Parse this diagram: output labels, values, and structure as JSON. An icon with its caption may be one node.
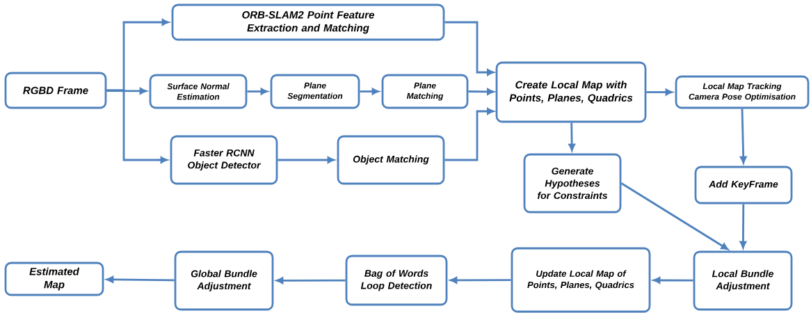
{
  "diagram": {
    "nodes": [
      {
        "text": [
          "RGBD Frame"
        ]
      },
      {
        "text": [
          "ORB-SLAM2 Point Feature Extraction and Matching"
        ]
      },
      {
        "text": [
          "Surface Normal Estimation"
        ]
      },
      {
        "text": [
          "Plane Segmentation"
        ]
      },
      {
        "text": [
          "Plane Matching"
        ]
      },
      {
        "text": [
          "Faster RCNN Object Detector"
        ]
      },
      {
        "text": [
          "Object Matching"
        ]
      },
      {
        "text": [
          "Create Local Map with Points, Planes, Quadrics"
        ]
      },
      {
        "text": [
          "Local Map Tracking Camera Pose Optimisation"
        ]
      },
      {
        "text": [
          "Generate Hypotheses for Constraints"
        ]
      },
      {
        "text": [
          "Add KeyFrame"
        ]
      },
      {
        "text": [
          "Local Bundle Adjustment"
        ]
      },
      {
        "text": [
          "Update Local Map of Points, Planes, Quadrics"
        ]
      },
      {
        "text": [
          "Bag of Words Loop Detection"
        ]
      },
      {
        "text": [
          "Global Bundle Adjustment"
        ]
      },
      {
        "text": [
          "Estimated Map"
        ]
      }
    ],
    "edges": [
      {
        "from": 0,
        "to": 1,
        "arrow": "to"
      },
      {
        "from": 0,
        "to": 2,
        "arrow": "to"
      },
      {
        "from": 0,
        "to": 5,
        "arrow": "to"
      },
      {
        "from": 2,
        "to": 3,
        "arrow": "to"
      },
      {
        "from": 3,
        "to": 4,
        "arrow": "to"
      },
      {
        "from": 5,
        "to": 6,
        "arrow": "to"
      },
      {
        "from": 1,
        "to": 7,
        "arrow": "to"
      },
      {
        "from": 4,
        "to": 7,
        "arrow": "to"
      },
      {
        "from": 6,
        "to": 7,
        "arrow": "to"
      },
      {
        "from": 7,
        "to": 8,
        "arrow": "to"
      },
      {
        "from": 7,
        "to": 9,
        "arrow": "to"
      },
      {
        "from": 8,
        "to": 10,
        "arrow": "to"
      },
      {
        "from": 9,
        "to": 11,
        "arrow": "to"
      },
      {
        "from": 10,
        "to": 11,
        "arrow": "to"
      },
      {
        "from": 11,
        "to": 12,
        "arrow": "to"
      },
      {
        "from": 12,
        "to": 13,
        "arrow": "to"
      },
      {
        "from": 13,
        "to": 14,
        "arrow": "to"
      },
      {
        "from": 14,
        "to": 15,
        "arrow": "to"
      }
    ]
  }
}
